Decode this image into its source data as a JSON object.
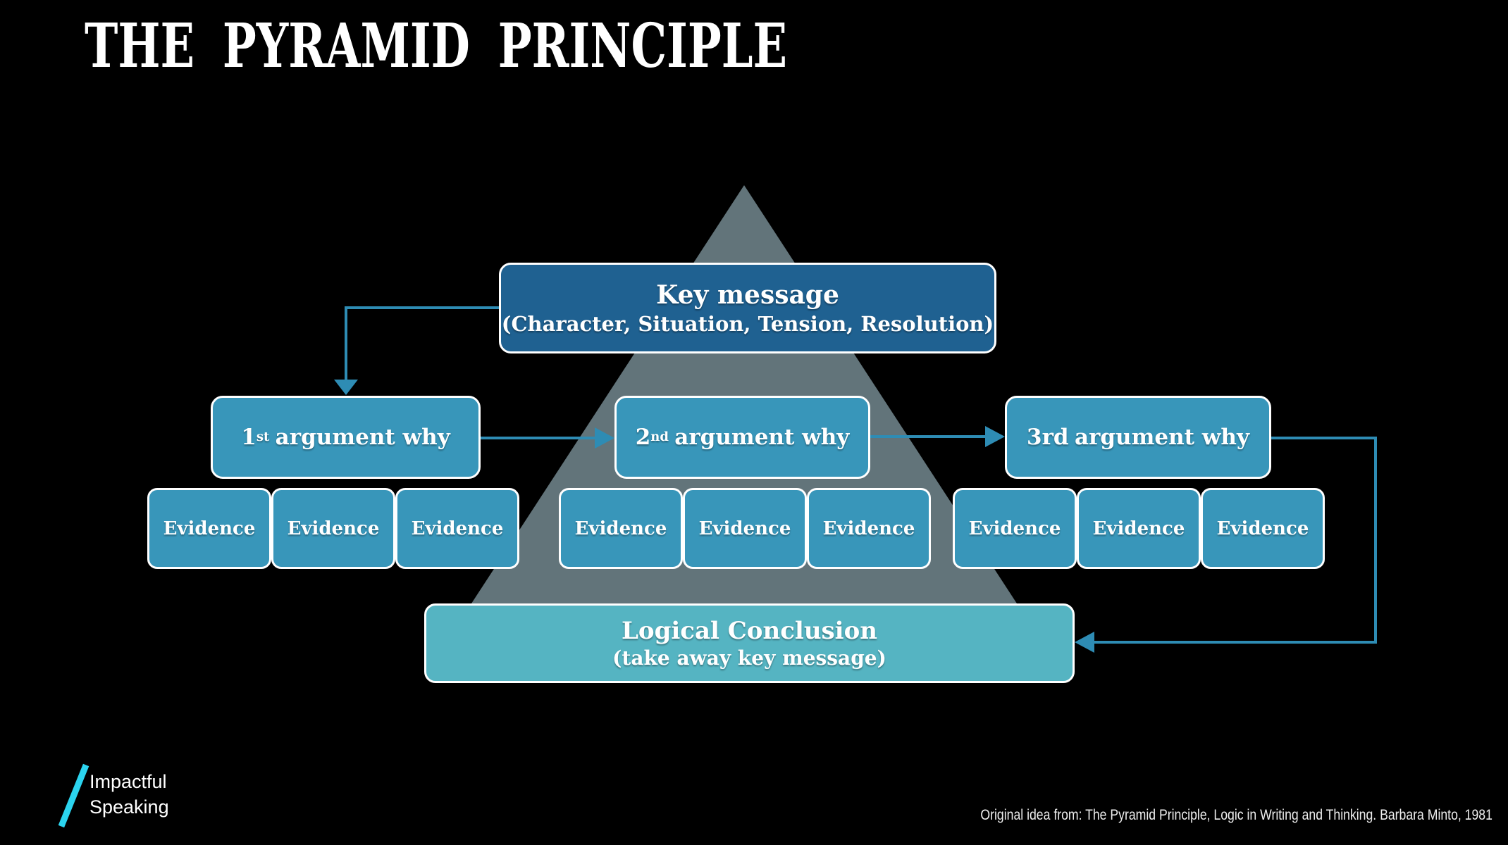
{
  "title": "THE PYRAMID PRINCIPLE",
  "pyramid": {
    "color": "#62747a"
  },
  "boxes": {
    "key_message": {
      "title": "Key message",
      "subtitle": "(Character, Situation, Tension, Resolution)",
      "bg": "#1f6191"
    },
    "arguments": [
      {
        "num": "1",
        "sup": "st",
        "label": "argument why"
      },
      {
        "num": "2",
        "sup": "nd",
        "label": "argument why"
      },
      {
        "num": "3rd",
        "sup": "",
        "label": "argument why"
      }
    ],
    "argument_bg": "#3896ba",
    "evidence_label": "Evidence",
    "evidence_bg": "#3896ba",
    "conclusion": {
      "title": "Logical Conclusion",
      "subtitle": "(take away key message)",
      "bg": "#55b4c2"
    }
  },
  "arrows": {
    "color": "#2e8cb4"
  },
  "logo": {
    "line1": "Impactful",
    "line2": "Speaking",
    "slash_color": "#2bd4ef",
    "text_color": "#ffffff"
  },
  "footer": {
    "citation": "Original idea from: The Pyramid Principle, Logic in Writing and Thinking. Barbara Minto, 1981"
  }
}
